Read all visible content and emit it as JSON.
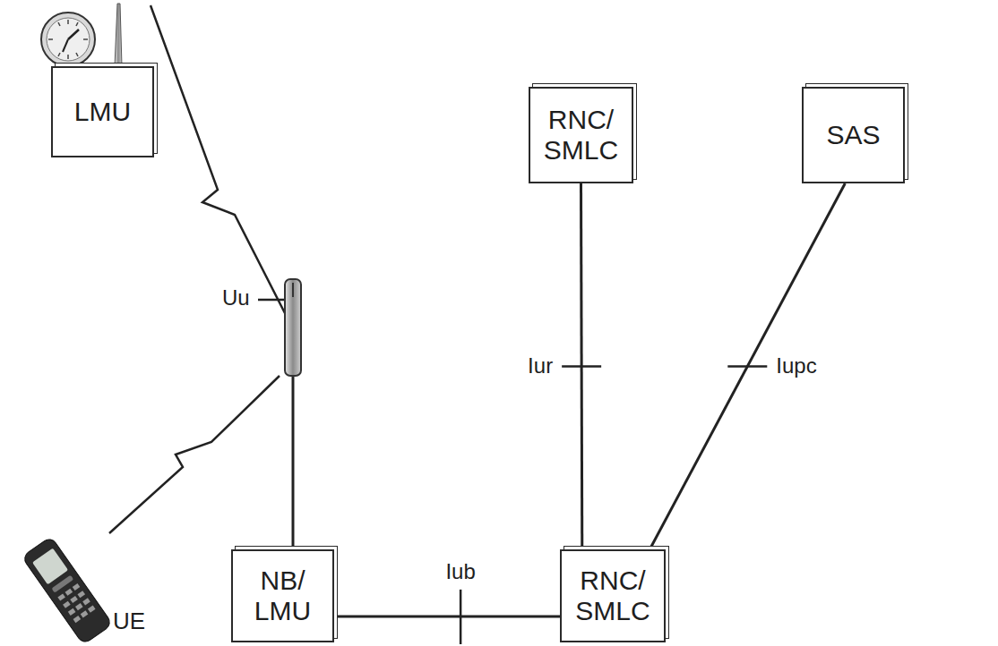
{
  "diagram": {
    "nodes": [
      {
        "text": [
          "LMU"
        ]
      },
      {
        "text": [
          "RNC/ SMLC"
        ]
      },
      {
        "text": [
          "SAS"
        ]
      },
      {
        "text": [
          "NB/ LMU"
        ]
      },
      {
        "text": [
          "RNC/ SMLC"
        ]
      }
    ],
    "edges": [
      {
        "from": 1,
        "to": 4,
        "label": "Iur",
        "arrow": "none"
      },
      {
        "from": 2,
        "to": 4,
        "label": "Iupc",
        "arrow": "none"
      },
      {
        "from": 3,
        "to": 4,
        "label": "Iub",
        "arrow": "none"
      }
    ],
    "labels": [
      "Uu",
      "UE"
    ]
  }
}
